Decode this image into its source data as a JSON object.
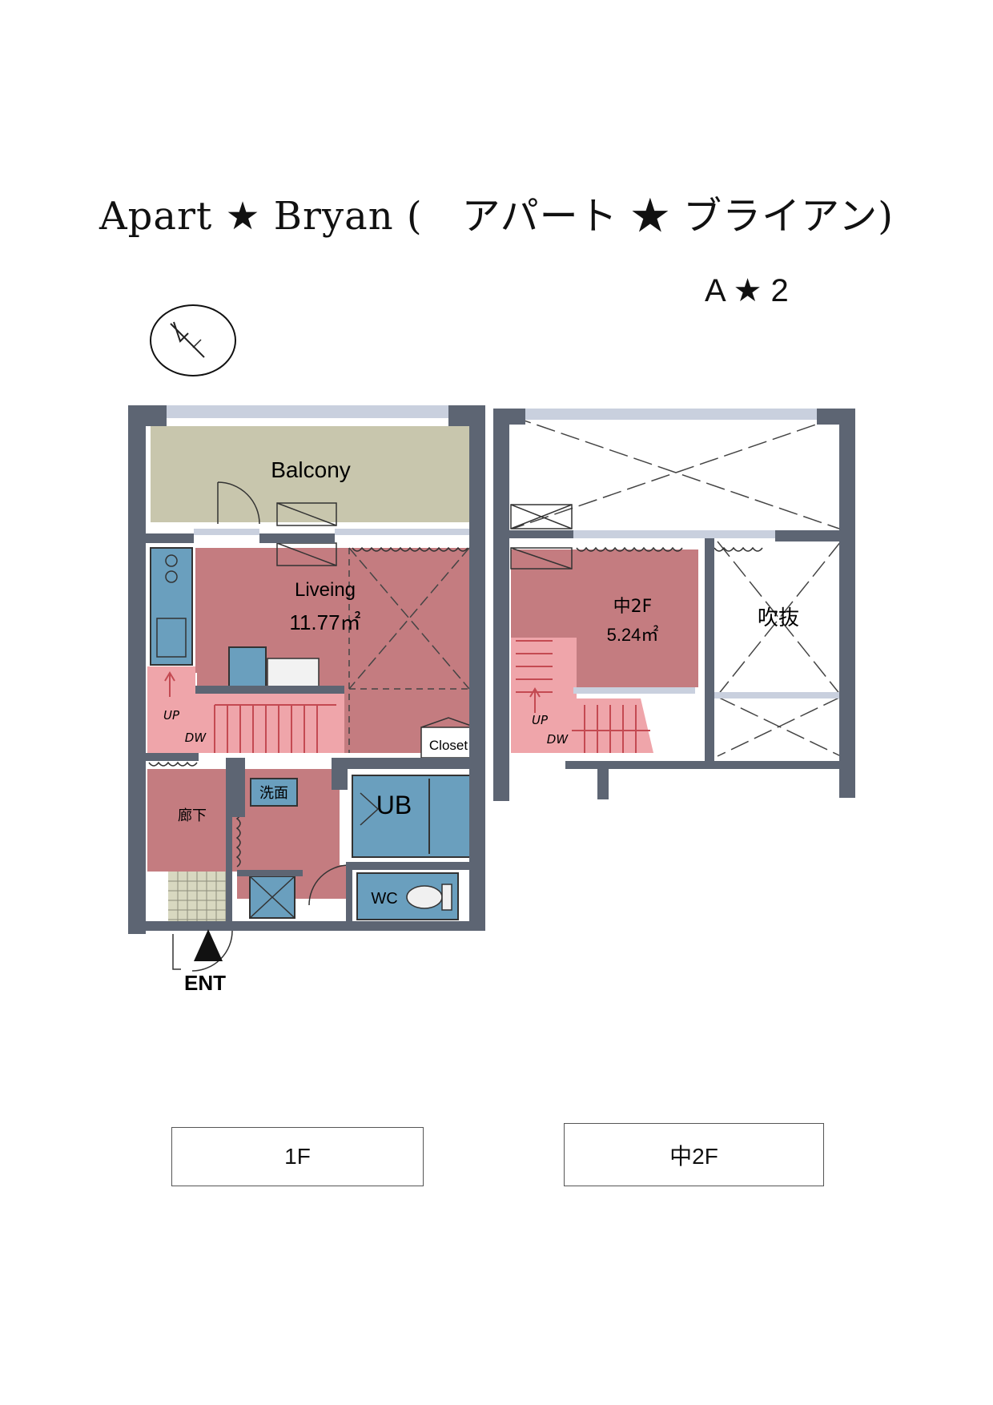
{
  "header": {
    "title": "Apart ★ Bryan (　アパート ★ ブライアン)",
    "unit_code": "A ★ 2"
  },
  "plan_1f": {
    "balcony": "Balcony",
    "living": "Liveing",
    "living_area": "11.77㎡",
    "closet": "Closet",
    "senmen": "洗面",
    "ub": "UB",
    "corridor": "廊下",
    "wc": "WC",
    "stair_up": "UP",
    "stair_down": "DW",
    "entrance": "ENT"
  },
  "plan_m2f": {
    "room": "中2F",
    "room_area": "5.24㎡",
    "fukinuke": "吹抜",
    "stair_up": "UP",
    "stair_down": "DW"
  },
  "floor_labels": {
    "first": "1F",
    "mezzanine": "中2F"
  },
  "colors": {
    "wall": "#5d6573",
    "window": "#c9d0de",
    "balcony": "#c8c6ad",
    "room": "#c47c80",
    "stair": "#efa5aa",
    "wet": "#6a9fbe",
    "entrance_tile": "#d8d8c0"
  },
  "icons": [
    "north-compass-icon",
    "entrance-arrow-icon",
    "toilet-icon",
    "stove-icon",
    "door-swing-icon"
  ]
}
